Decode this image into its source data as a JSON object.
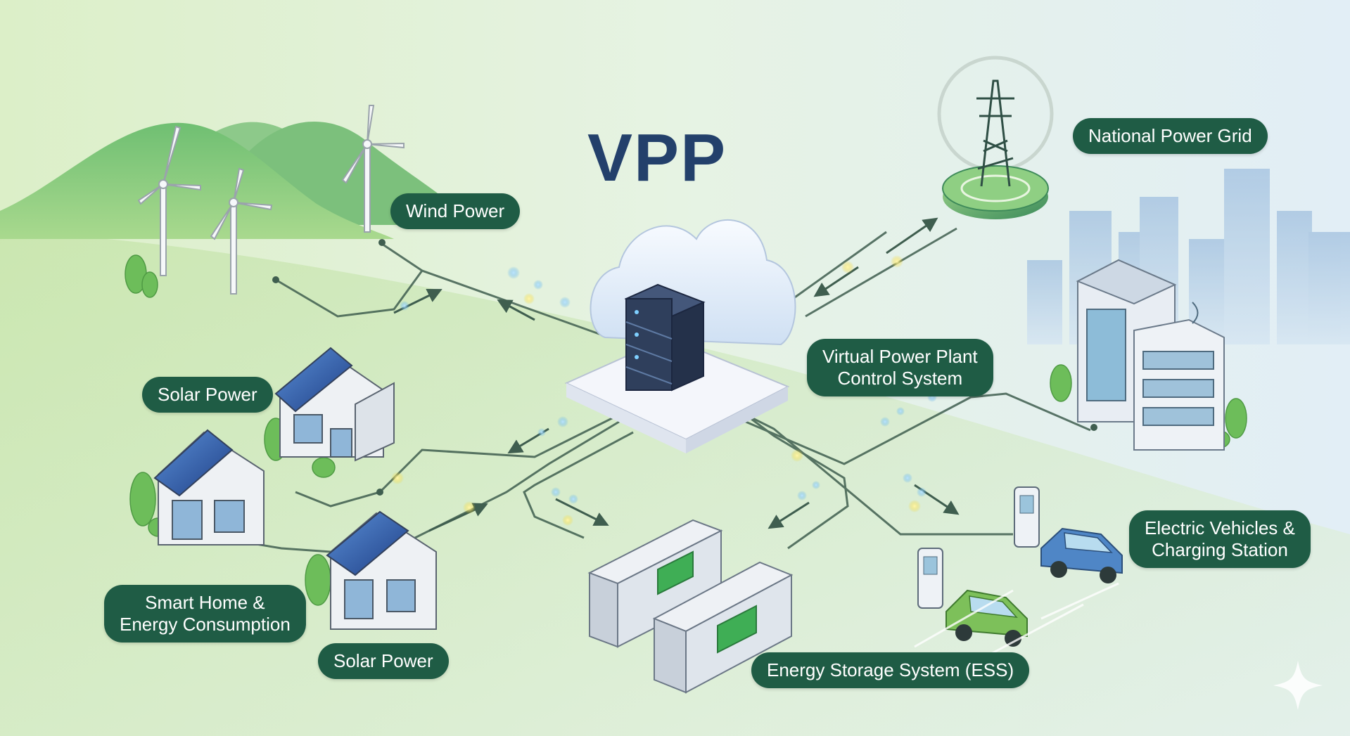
{
  "title": "VPP",
  "labels": {
    "wind_power": "Wind Power",
    "national_grid": "National Power Grid",
    "control_system": [
      "Virtual Power Plant",
      "Control System"
    ],
    "solar_power_1": "Solar Power",
    "solar_power_2": "Solar Power",
    "smart_home": [
      "Smart Home &",
      "Energy Consumption"
    ],
    "ess": "Energy Storage System (ESS)",
    "ev": [
      "Electric Vehicles &",
      "Charging Station"
    ]
  },
  "colors": {
    "label_bg": "#1f5c45",
    "title": "#23406b",
    "hills": "#5fae68",
    "connection_line": "#3f5e4f",
    "flow_dot_blue": "#4aa7e8",
    "flow_dot_yellow": "#f2d21e",
    "battery_green": "#3fae55"
  }
}
